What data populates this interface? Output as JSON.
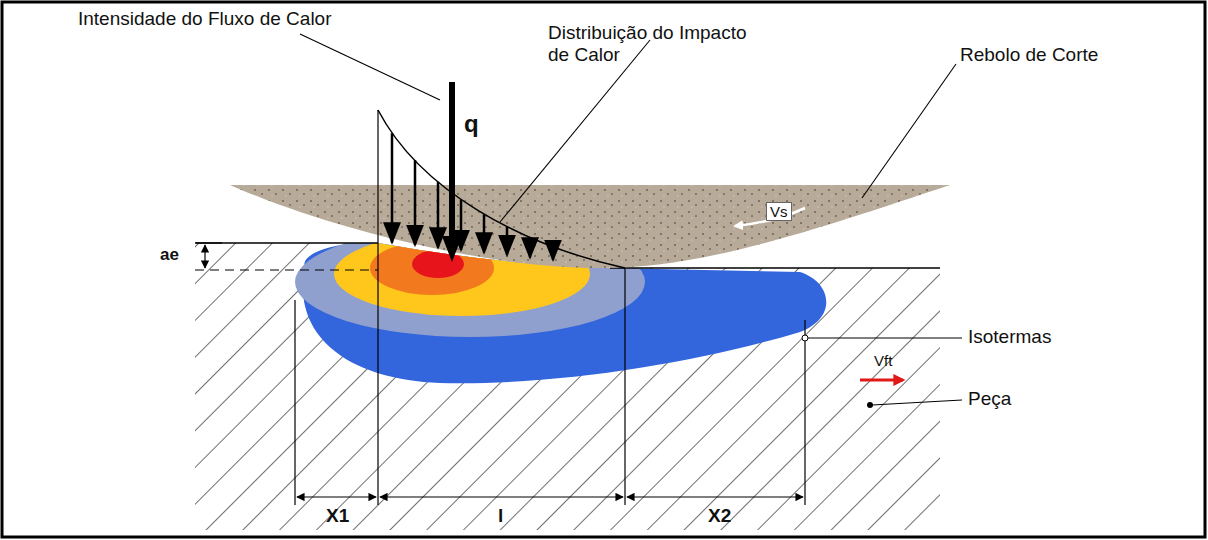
{
  "diagram": {
    "labels": [
      "Intensidade do Fluxo de Calor",
      "Distribuição do Impacto de Calor",
      "Rebolo de Corte",
      "q",
      "Vs",
      "ae",
      "Isotermas",
      "Vft",
      "Peça",
      "X1",
      "l",
      "X2"
    ]
  }
}
